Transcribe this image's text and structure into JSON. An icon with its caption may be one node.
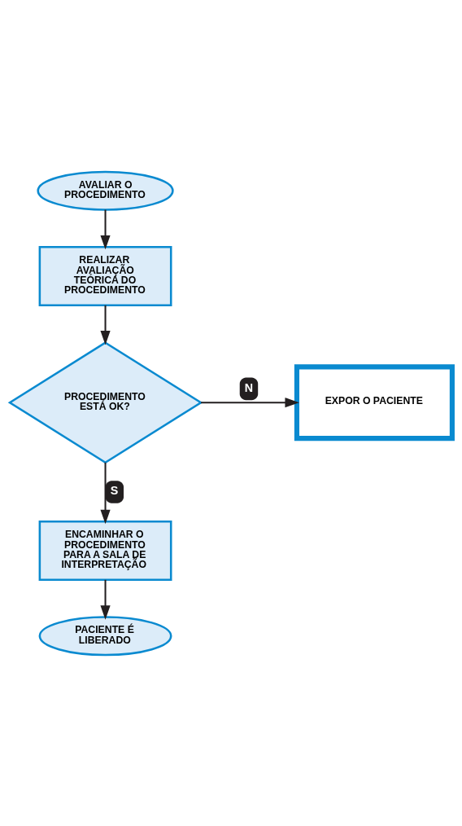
{
  "diagram": {
    "nodes": [
      {
        "text": [
          "AVALIAR O PROCEDIMENTO"
        ]
      },
      {
        "text": [
          "REALIZAR AVALIAÇÃO TEÓRICA DO PROCEDIMENTO"
        ]
      },
      {
        "text": [
          "PROCEDIMENTO ESTÁ OK?"
        ]
      },
      {
        "text": [
          "EXPOR O PACIENTE"
        ]
      },
      {
        "text": [
          "ENCAMINHAR O PROCEDIMENTO PARA A SALA DE INTERPRETAÇÃO"
        ]
      },
      {
        "text": [
          "PACIENTE É LIBERADO"
        ]
      }
    ],
    "edges": [
      {
        "from": 0,
        "to": 1,
        "arrow": "to"
      },
      {
        "from": 1,
        "to": 2,
        "arrow": "to"
      },
      {
        "from": 2,
        "to": 3,
        "arrow": "to",
        "label": "N"
      },
      {
        "from": 2,
        "to": 4,
        "arrow": "to",
        "label": "S"
      },
      {
        "from": 4,
        "to": 5,
        "arrow": "to"
      }
    ]
  }
}
